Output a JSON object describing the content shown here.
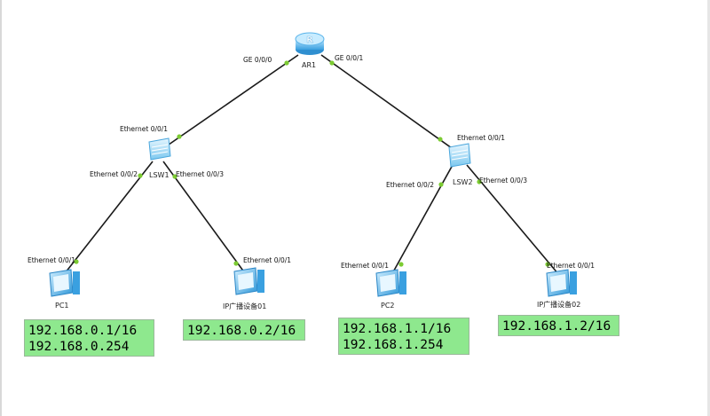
{
  "colors": {
    "link": "#1a1a1a",
    "port_dot": "#7ccb32",
    "ip_box": "#8ee88e",
    "device": "#3aa9e6"
  },
  "nodes": {
    "ar1": {
      "name": "AR1",
      "icon": "router-icon"
    },
    "lsw1": {
      "name": "LSW1",
      "icon": "switch-icon"
    },
    "lsw2": {
      "name": "LSW2",
      "icon": "switch-icon"
    },
    "pc1": {
      "name": "PC1",
      "icon": "pc-icon"
    },
    "pc2": {
      "name": "PC2",
      "icon": "pc-icon"
    },
    "ipb1": {
      "name": "IP广播设备01",
      "icon": "pc-icon"
    },
    "ipb2": {
      "name": "IP广播设备02",
      "icon": "pc-icon"
    }
  },
  "ports": {
    "ar1_ge000": "GE 0/0/0",
    "ar1_ge001": "GE 0/0/1",
    "lsw1_e001": "Ethernet 0/0/1",
    "lsw1_e002": "Ethernet 0/0/2",
    "lsw1_e003": "Ethernet 0/0/3",
    "lsw2_e001": "Ethernet 0/0/1",
    "lsw2_e002": "Ethernet 0/0/2",
    "lsw2_e003": "Ethernet 0/0/3",
    "pc1_e001": "Ethernet 0/0/1",
    "ipb1_e001": "Ethernet 0/0/1",
    "pc2_e001": "Ethernet 0/0/1",
    "ipb2_e001": "Ethernet 0/0/1"
  },
  "ip_labels": {
    "pc1": {
      "line1": "192.168.0.1/16",
      "line2": "192.168.0.254"
    },
    "ipb1": {
      "line1": "192.168.0.2/16"
    },
    "pc2": {
      "line1": "192.168.1.1/16",
      "line2": "192.168.1.254"
    },
    "ipb2": {
      "line1": "192.168.1.2/16"
    }
  }
}
